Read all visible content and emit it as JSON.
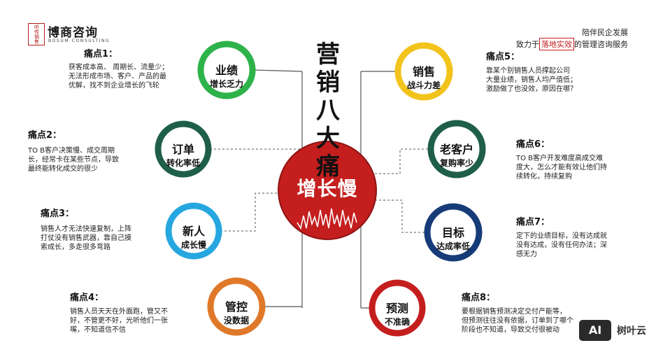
{
  "header": {
    "logo_mark": "听传销售",
    "logo_name": "博商咨询",
    "logo_sub": "BOSUM CONSULTING",
    "slogan_line1": "陪伴民企发展",
    "slogan_pre": "致力于",
    "slogan_highlight": "落地实效",
    "slogan_post": "的管理咨询服务"
  },
  "title_chars": [
    "营",
    "销",
    "八",
    "大",
    "痛"
  ],
  "center": {
    "label": "增长慢"
  },
  "circles": [
    {
      "title": "业绩",
      "subtitle": "增长乏力",
      "color": "#2db34a"
    },
    {
      "title": "订单",
      "subtitle": "转化率低",
      "color": "#1f5e4b"
    },
    {
      "title": "新人",
      "subtitle": "成长慢",
      "color": "#27a7e0"
    },
    {
      "title": "管控",
      "subtitle": "没数据",
      "color": "#e0782a"
    },
    {
      "title": "销售",
      "subtitle": "战斗力差",
      "color": "#f2c31b"
    },
    {
      "title": "老客户",
      "subtitle": "复购率少",
      "color": "#1f5e4b"
    },
    {
      "title": "目标",
      "subtitle": "达成率低",
      "color": "#173b78"
    },
    {
      "title": "预测",
      "subtitle": "不准确",
      "color": "#c41e1e"
    }
  ],
  "pain_points": [
    {
      "head": "痛点1：",
      "lines": [
        "获客成本高、  周期长、流量少；",
        "无法形成市场、客户、产品的最",
        "优解，找不到企业增长的飞轮"
      ]
    },
    {
      "head": "痛点2：",
      "lines": [
        "TO  B客户决策慢、成交周期",
        "长，经常卡在某些节点，导致",
        "最终能转化成交的很少"
      ]
    },
    {
      "head": "痛点3：",
      "lines": [
        "销售人才无法快速复制，上阵",
        "打仗没有销售武器，靠自己摸",
        "索成长，多走很多弯路"
      ]
    },
    {
      "head": "痛点4：",
      "lines": [
        "销售人员天天在外面跑，管又不",
        "好，不管更不好，光听他们一张",
        "嘴，不知道信不信"
      ]
    },
    {
      "head": "痛点5：",
      "lines": [
        "靠某个别销售人员撑起公司",
        "大量业绩，销售人均产值低；",
        "激励做了也没效，原因在哪？"
      ]
    },
    {
      "head": "痛点6：",
      "lines": [
        "TO  B客户开发难度高成交难",
        "度大，怎么才能有效让他们持",
        "续转化，持续复购"
      ]
    },
    {
      "head": "痛点7：",
      "lines": [
        "定下的业绩目标，没有达成就",
        "没有达成，没有任何办法；深",
        "感无力"
      ]
    },
    {
      "head": "痛点8：",
      "lines": [
        "要根据销售预测决定交付产能等，",
        "但预测往往没有依据，订单到了哪个",
        "阶段也不知道，导致交付很被动"
      ]
    }
  ],
  "watermark": {
    "badge": "AI",
    "text": "树叶云"
  },
  "colors": {
    "center": "#c41e1e",
    "connector": "#555555"
  }
}
